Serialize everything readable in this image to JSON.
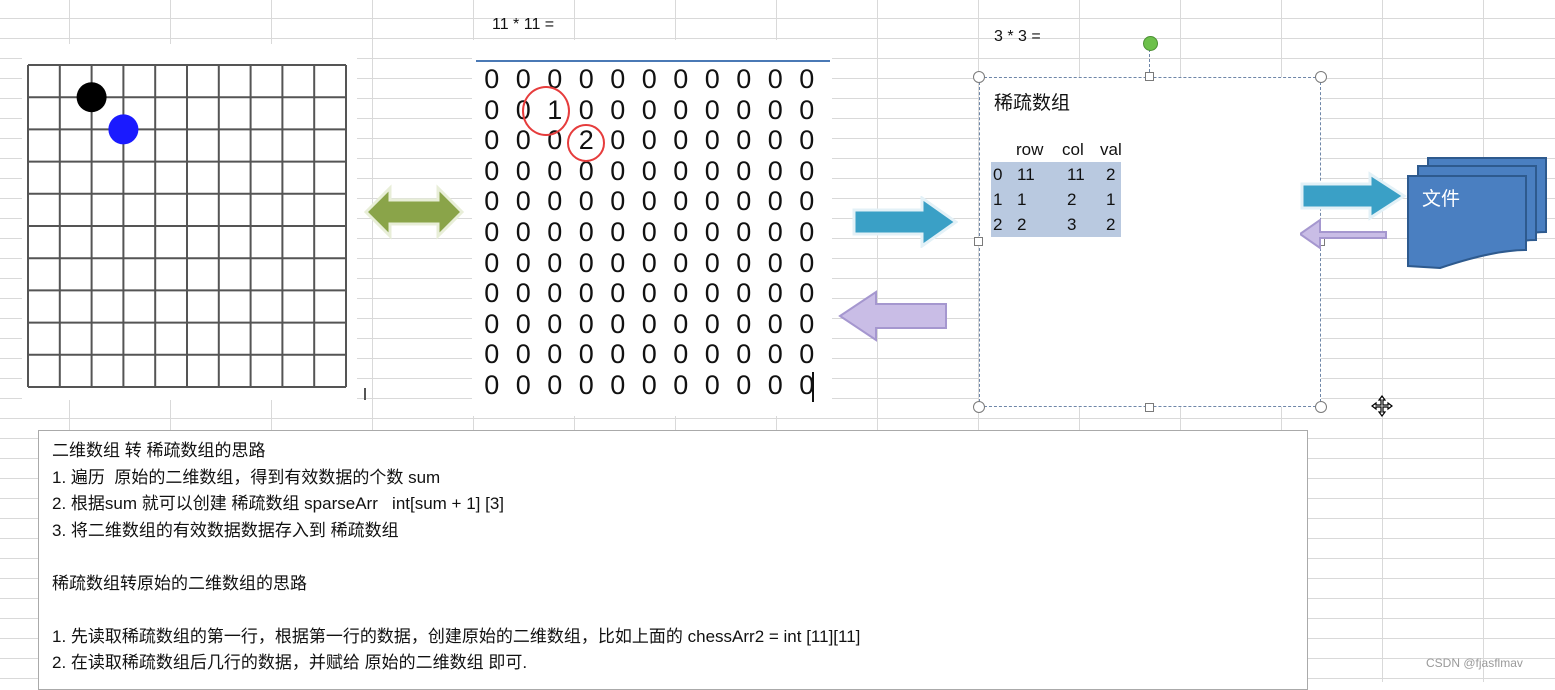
{
  "board": {
    "size": 10,
    "pieces": [
      {
        "name": "black-piece",
        "row": 1,
        "col": 2,
        "color": "#000000"
      },
      {
        "name": "blue-piece",
        "row": 2,
        "col": 3,
        "color": "#1a1aff"
      }
    ]
  },
  "matrix": {
    "label": "11 * 11 =",
    "rows": [
      [
        "0",
        "0",
        "0",
        "0",
        "0",
        "0",
        "0",
        "0",
        "0",
        "0",
        "0"
      ],
      [
        "0",
        "0",
        "1",
        "0",
        "0",
        "0",
        "0",
        "0",
        "0",
        "0",
        "0"
      ],
      [
        "0",
        "0",
        "0",
        "2",
        "0",
        "0",
        "0",
        "0",
        "0",
        "0",
        "0"
      ],
      [
        "0",
        "0",
        "0",
        "0",
        "0",
        "0",
        "0",
        "0",
        "0",
        "0",
        "0"
      ],
      [
        "0",
        "0",
        "0",
        "0",
        "0",
        "0",
        "0",
        "0",
        "0",
        "0",
        "0"
      ],
      [
        "0",
        "0",
        "0",
        "0",
        "0",
        "0",
        "0",
        "0",
        "0",
        "0",
        "0"
      ],
      [
        "0",
        "0",
        "0",
        "0",
        "0",
        "0",
        "0",
        "0",
        "0",
        "0",
        "0"
      ],
      [
        "0",
        "0",
        "0",
        "0",
        "0",
        "0",
        "0",
        "0",
        "0",
        "0",
        "0"
      ],
      [
        "0",
        "0",
        "0",
        "0",
        "0",
        "0",
        "0",
        "0",
        "0",
        "0",
        "0"
      ],
      [
        "0",
        "0",
        "0",
        "0",
        "0",
        "0",
        "0",
        "0",
        "0",
        "0",
        "0"
      ],
      [
        "0",
        "0",
        "0",
        "0",
        "0",
        "0",
        "0",
        "0",
        "0",
        "0",
        "0"
      ]
    ]
  },
  "sparse": {
    "label": "3 * 3 =",
    "title": "稀疏数组",
    "headers": [
      "row",
      "col",
      "val"
    ],
    "rows": [
      {
        "idx": "0",
        "row": "11",
        "col": "11",
        "val": "2"
      },
      {
        "idx": "1",
        "row": "1",
        "col": "2",
        "val": "1"
      },
      {
        "idx": "2",
        "row": "2",
        "col": "3",
        "val": "2"
      }
    ]
  },
  "file": {
    "label": "文件"
  },
  "notes": {
    "lines": [
      "二维数组 转 稀疏数组的思路",
      "1. 遍历  原始的二维数组，得到有效数据的个数 sum",
      "2. 根据sum 就可以创建 稀疏数组 sparseArr   int[sum + 1] [3]",
      "3. 将二维数组的有效数据数据存入到 稀疏数组",
      "",
      "稀疏数组转原始的二维数组的思路",
      "",
      "1. 先读取稀疏数组的第一行，根据第一行的数据，创建原始的二维数组，比如上面的 chessArr2 = int [11][11]",
      "2. 在读取稀疏数组后几行的数据，并赋给 原始的二维数组 即可."
    ]
  },
  "watermark": "CSDN @fjasflmav",
  "colors": {
    "green_arrow": "#8aa449",
    "teal_arrow": "#3aa0c6",
    "lavender_arrow": "#c9bde6",
    "file_blue": "#4a7fc1",
    "highlight": "#b9c9e0"
  },
  "icons": [
    "double-arrow-icon",
    "right-arrow-icon",
    "left-arrow-icon",
    "file-stack-icon",
    "move-cursor-icon"
  ]
}
